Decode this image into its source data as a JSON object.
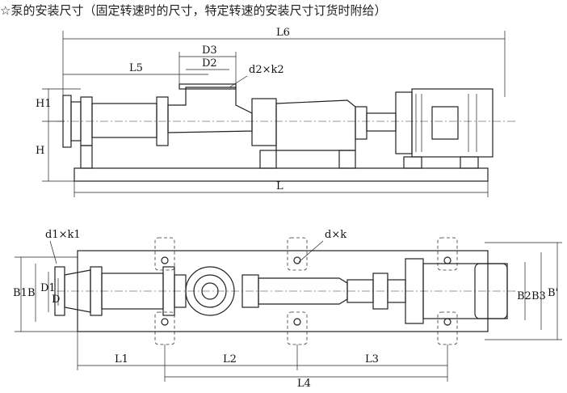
{
  "title": "☆泵的安装尺寸（固定转速时的尺寸，特定转速的安装尺寸订货时附给）",
  "side_view": {
    "labels": {
      "L6": "L6",
      "D3": "D3",
      "D2": "D2",
      "L5": "L5",
      "d2k2": "d2×k2",
      "H1": "H1",
      "H": "H",
      "L": "L"
    }
  },
  "top_view": {
    "labels": {
      "d1k1": "d1×k1",
      "dk": "d×k",
      "B1": "B1",
      "B": "B",
      "D1": "D1",
      "D": "D",
      "B2": "B2",
      "B3": "B3",
      "Bp": "B'",
      "L1": "L1",
      "L2": "L2",
      "L3": "L3",
      "L4": "L4"
    }
  }
}
